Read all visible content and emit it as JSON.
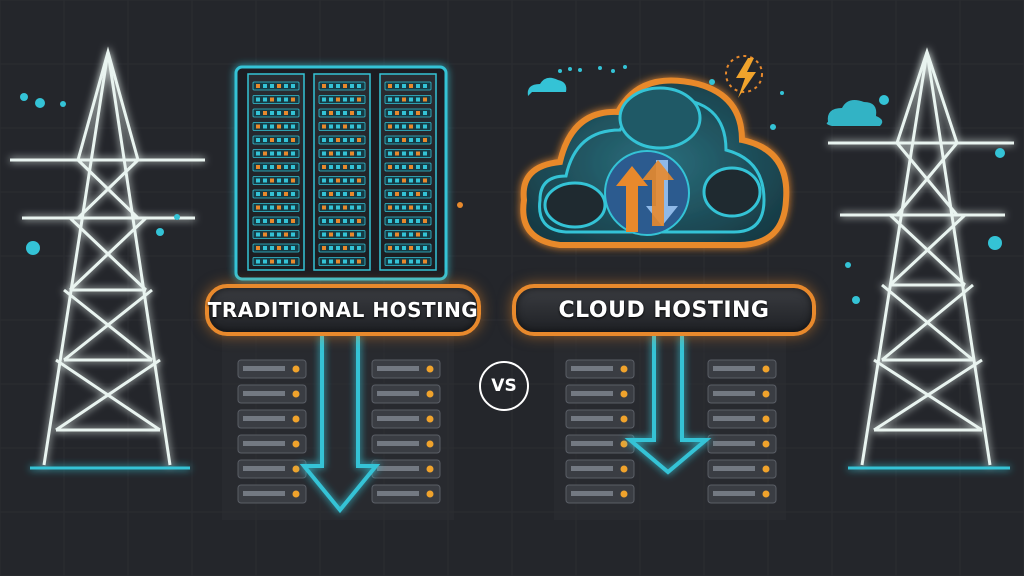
{
  "labels": {
    "traditional": "TRADITIONAL HOSTING",
    "cloud": "CLOUD HOSTING",
    "versus": "VS"
  },
  "icons": [
    "power-tower-icon",
    "server-rack-icon",
    "cloud-icon",
    "upload-download-arrows-icon",
    "lightning-bolt-icon",
    "down-arrow-icon"
  ],
  "colors": {
    "background": "#24262b",
    "accent_cyan": "#34c3d6",
    "accent_orange": "#e8892c",
    "tower_stroke": "#e9f4f0",
    "text": "#ffffff"
  }
}
